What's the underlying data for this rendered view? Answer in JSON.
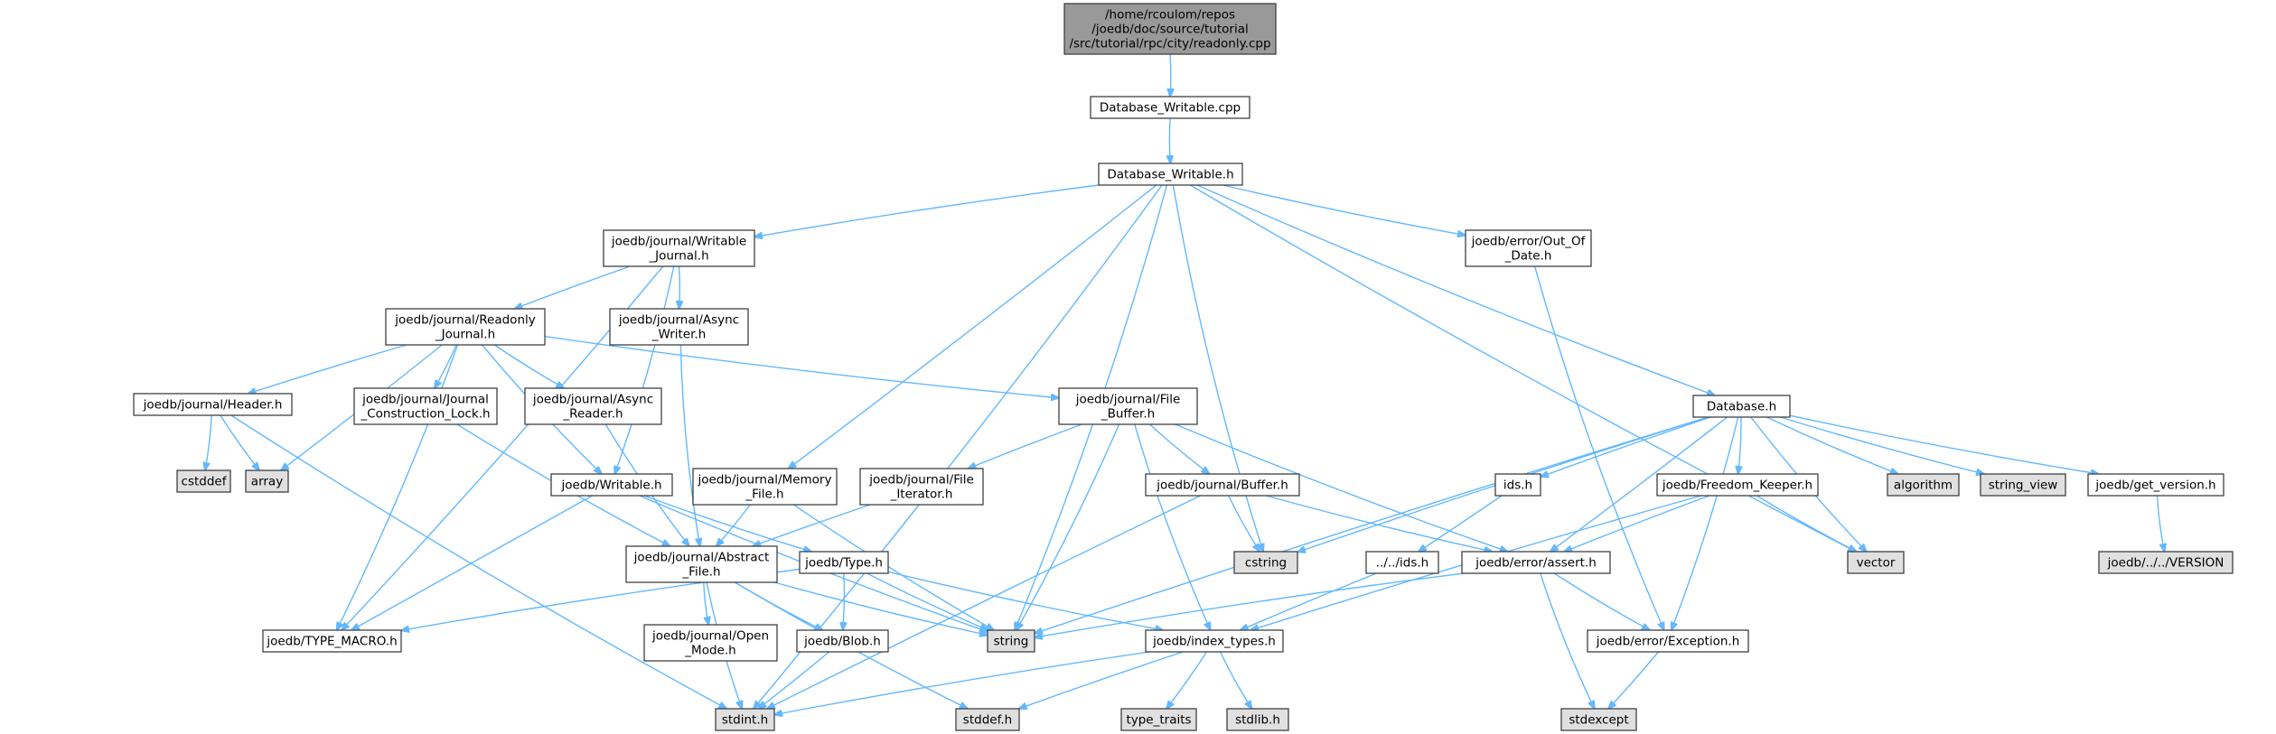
{
  "colors": {
    "root_fill": "#999999",
    "file_fill": "#ffffff",
    "system_fill": "#e0e0e0",
    "edge": "#63b8ff",
    "border": "#404040"
  },
  "nodes": [
    {
      "id": "root",
      "kind": "root",
      "lines": [
        "/home/rcoulom/repos",
        "/joedb/doc/source/tutorial",
        "/src/tutorial/rpc/city/readonly.cpp"
      ]
    },
    {
      "id": "dw_cpp",
      "kind": "file",
      "lines": [
        "Database_Writable.cpp"
      ]
    },
    {
      "id": "dw_h",
      "kind": "file",
      "lines": [
        "Database_Writable.h"
      ]
    },
    {
      "id": "writable_journal",
      "kind": "file",
      "lines": [
        "joedb/journal/Writable",
        "_Journal.h"
      ]
    },
    {
      "id": "out_of_date",
      "kind": "file",
      "lines": [
        "joedb/error/Out_Of",
        "_Date.h"
      ]
    },
    {
      "id": "readonly_journal",
      "kind": "file",
      "lines": [
        "joedb/journal/Readonly",
        "_Journal.h"
      ]
    },
    {
      "id": "async_writer",
      "kind": "file",
      "lines": [
        "joedb/journal/Async",
        "_Writer.h"
      ]
    },
    {
      "id": "header",
      "kind": "file",
      "lines": [
        "joedb/journal/Header.h"
      ]
    },
    {
      "id": "construction_lock",
      "kind": "file",
      "lines": [
        "joedb/journal/Journal",
        "_Construction_Lock.h"
      ]
    },
    {
      "id": "async_reader",
      "kind": "file",
      "lines": [
        "joedb/journal/Async",
        "_Reader.h"
      ]
    },
    {
      "id": "file_buffer",
      "kind": "file",
      "lines": [
        "joedb/journal/File",
        "_Buffer.h"
      ]
    },
    {
      "id": "database_h",
      "kind": "file",
      "lines": [
        "Database.h"
      ]
    },
    {
      "id": "cstddef",
      "kind": "system",
      "lines": [
        "cstddef"
      ]
    },
    {
      "id": "array",
      "kind": "system",
      "lines": [
        "array"
      ]
    },
    {
      "id": "writable_h",
      "kind": "file",
      "lines": [
        "joedb/Writable.h"
      ]
    },
    {
      "id": "memory_file",
      "kind": "file",
      "lines": [
        "joedb/journal/Memory",
        "_File.h"
      ]
    },
    {
      "id": "file_iterator",
      "kind": "file",
      "lines": [
        "joedb/journal/File",
        "_Iterator.h"
      ]
    },
    {
      "id": "buffer_h",
      "kind": "file",
      "lines": [
        "joedb/journal/Buffer.h"
      ]
    },
    {
      "id": "ids_h",
      "kind": "file",
      "lines": [
        "ids.h"
      ]
    },
    {
      "id": "freedom_keeper",
      "kind": "file",
      "lines": [
        "joedb/Freedom_Keeper.h"
      ]
    },
    {
      "id": "algorithm",
      "kind": "system",
      "lines": [
        "algorithm"
      ]
    },
    {
      "id": "string_view",
      "kind": "system",
      "lines": [
        "string_view"
      ]
    },
    {
      "id": "get_version",
      "kind": "file",
      "lines": [
        "joedb/get_version.h"
      ]
    },
    {
      "id": "abstract_file",
      "kind": "file",
      "lines": [
        "joedb/journal/Abstract",
        "_File.h"
      ]
    },
    {
      "id": "type_h",
      "kind": "file",
      "lines": [
        "joedb/Type.h"
      ]
    },
    {
      "id": "cstring",
      "kind": "system",
      "lines": [
        "cstring"
      ]
    },
    {
      "id": "ids_rel",
      "kind": "file",
      "lines": [
        "../../ids.h"
      ]
    },
    {
      "id": "assert_h",
      "kind": "file",
      "lines": [
        "joedb/error/assert.h"
      ]
    },
    {
      "id": "vector",
      "kind": "system",
      "lines": [
        "vector"
      ]
    },
    {
      "id": "version",
      "kind": "system",
      "lines": [
        "joedb/../../VERSION"
      ]
    },
    {
      "id": "type_macro",
      "kind": "file",
      "lines": [
        "joedb/TYPE_MACRO.h"
      ]
    },
    {
      "id": "open_mode",
      "kind": "file",
      "lines": [
        "joedb/journal/Open",
        "_Mode.h"
      ]
    },
    {
      "id": "blob_h",
      "kind": "file",
      "lines": [
        "joedb/Blob.h"
      ]
    },
    {
      "id": "string",
      "kind": "system",
      "lines": [
        "string"
      ]
    },
    {
      "id": "index_types",
      "kind": "file",
      "lines": [
        "joedb/index_types.h"
      ]
    },
    {
      "id": "exception_h",
      "kind": "file",
      "lines": [
        "joedb/error/Exception.h"
      ]
    },
    {
      "id": "stdint",
      "kind": "system",
      "lines": [
        "stdint.h"
      ]
    },
    {
      "id": "stddef",
      "kind": "system",
      "lines": [
        "stddef.h"
      ]
    },
    {
      "id": "type_traits",
      "kind": "system",
      "lines": [
        "type_traits"
      ]
    },
    {
      "id": "stdlib",
      "kind": "system",
      "lines": [
        "stdlib.h"
      ]
    },
    {
      "id": "stdexcept",
      "kind": "system",
      "lines": [
        "stdexcept"
      ]
    }
  ],
  "edges": [
    [
      "root",
      "dw_cpp"
    ],
    [
      "dw_cpp",
      "dw_h"
    ],
    [
      "dw_h",
      "writable_journal"
    ],
    [
      "dw_h",
      "out_of_date"
    ],
    [
      "dw_h",
      "database_h"
    ],
    [
      "dw_h",
      "memory_file"
    ],
    [
      "dw_h",
      "string"
    ],
    [
      "dw_h",
      "cstring"
    ],
    [
      "dw_h",
      "stdint"
    ],
    [
      "dw_h",
      "vector"
    ],
    [
      "writable_journal",
      "readonly_journal"
    ],
    [
      "writable_journal",
      "async_writer"
    ],
    [
      "writable_journal",
      "writable_h"
    ],
    [
      "writable_journal",
      "type_macro"
    ],
    [
      "readonly_journal",
      "header"
    ],
    [
      "readonly_journal",
      "array"
    ],
    [
      "readonly_journal",
      "construction_lock"
    ],
    [
      "readonly_journal",
      "async_reader"
    ],
    [
      "readonly_journal",
      "file_buffer"
    ],
    [
      "readonly_journal",
      "writable_h"
    ],
    [
      "readonly_journal",
      "type_macro"
    ],
    [
      "header",
      "cstddef"
    ],
    [
      "header",
      "array"
    ],
    [
      "header",
      "stdint"
    ],
    [
      "construction_lock",
      "abstract_file"
    ],
    [
      "async_reader",
      "abstract_file"
    ],
    [
      "async_writer",
      "abstract_file"
    ],
    [
      "file_buffer",
      "file_iterator"
    ],
    [
      "file_buffer",
      "buffer_h"
    ],
    [
      "file_buffer",
      "assert_h"
    ],
    [
      "file_buffer",
      "string"
    ],
    [
      "file_buffer",
      "index_types"
    ],
    [
      "file_iterator",
      "abstract_file"
    ],
    [
      "memory_file",
      "abstract_file"
    ],
    [
      "memory_file",
      "string"
    ],
    [
      "writable_h",
      "type_h"
    ],
    [
      "writable_h",
      "type_macro"
    ],
    [
      "writable_h",
      "string"
    ],
    [
      "buffer_h",
      "cstring"
    ],
    [
      "buffer_h",
      "assert_h"
    ],
    [
      "buffer_h",
      "stdint"
    ],
    [
      "abstract_file",
      "open_mode"
    ],
    [
      "abstract_file",
      "blob_h"
    ],
    [
      "abstract_file",
      "string"
    ],
    [
      "abstract_file",
      "stdint"
    ],
    [
      "abstract_file",
      "stddef"
    ],
    [
      "type_h",
      "type_macro"
    ],
    [
      "type_h",
      "blob_h"
    ],
    [
      "type_h",
      "string"
    ],
    [
      "type_h",
      "index_types"
    ],
    [
      "blob_h",
      "stdint"
    ],
    [
      "database_h",
      "ids_h"
    ],
    [
      "database_h",
      "freedom_keeper"
    ],
    [
      "database_h",
      "algorithm"
    ],
    [
      "database_h",
      "string_view"
    ],
    [
      "database_h",
      "get_version"
    ],
    [
      "database_h",
      "vector"
    ],
    [
      "database_h",
      "cstring"
    ],
    [
      "database_h",
      "assert_h"
    ],
    [
      "database_h",
      "exception_h"
    ],
    [
      "database_h",
      "string"
    ],
    [
      "ids_h",
      "ids_rel"
    ],
    [
      "ids_rel",
      "index_types"
    ],
    [
      "freedom_keeper",
      "vector"
    ],
    [
      "freedom_keeper",
      "assert_h"
    ],
    [
      "freedom_keeper",
      "index_types"
    ],
    [
      "get_version",
      "version"
    ],
    [
      "assert_h",
      "exception_h"
    ],
    [
      "assert_h",
      "stdexcept"
    ],
    [
      "assert_h",
      "string"
    ],
    [
      "out_of_date",
      "exception_h"
    ],
    [
      "index_types",
      "stdint"
    ],
    [
      "index_types",
      "stddef"
    ],
    [
      "index_types",
      "type_traits"
    ],
    [
      "index_types",
      "stdlib"
    ],
    [
      "exception_h",
      "stdexcept"
    ]
  ]
}
